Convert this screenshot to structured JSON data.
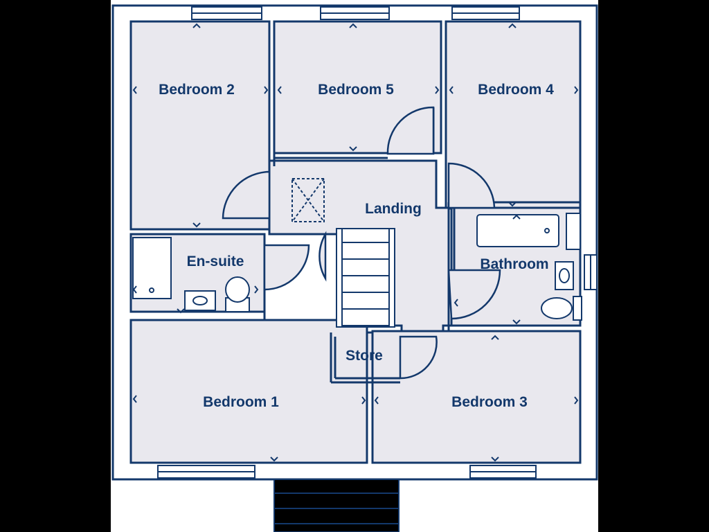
{
  "colors": {
    "wall": "#13386b",
    "floor": "#e9e8ee",
    "outer": "#ffffff",
    "background": "#000000"
  },
  "rooms": {
    "bedroom_2": "Bedroom 2",
    "bedroom_5": "Bedroom 5",
    "bedroom_4": "Bedroom 4",
    "landing": "Landing",
    "en_suite": "En-suite",
    "bathroom": "Bathroom",
    "store": "Store",
    "bedroom_1": "Bedroom 1",
    "bedroom_3": "Bedroom 3"
  },
  "icons": [
    "dimension-arrow-icon",
    "loft-hatch-icon",
    "door-swing-icon",
    "window-icon",
    "bath-icon",
    "shower-icon",
    "toilet-icon",
    "sink-icon",
    "staircase-icon"
  ]
}
